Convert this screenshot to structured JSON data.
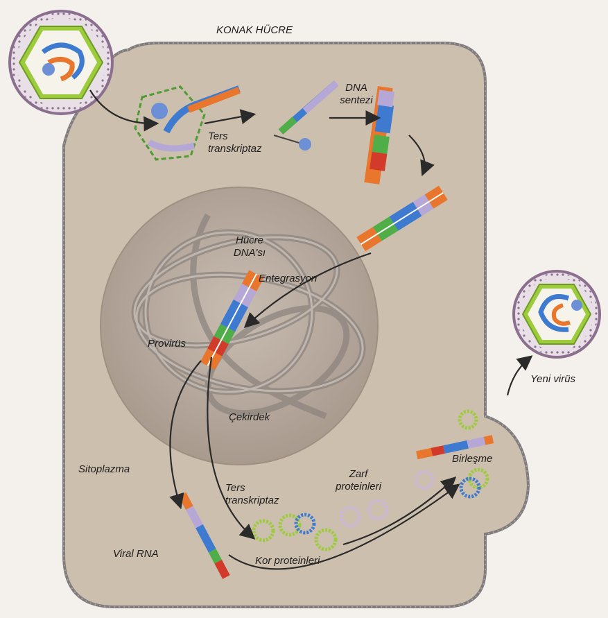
{
  "labels": {
    "host_cell": "KONAK HÜCRE",
    "reverse_transcriptase_1": "Ters\ntranskriptaz",
    "dna_synthesis": "DNA\nsentezi",
    "cell_dna": "Hücre\nDNA'sı",
    "integration": "Entegrasyon",
    "provirus": "Provirüs",
    "nucleus": "Çekirdek",
    "cytoplasm": "Sitoplazma",
    "reverse_transcriptase_2": "Ters\ntranskriptaz",
    "envelope_proteins": "Zarf\nproteinleri",
    "assembly": "Birleşme",
    "new_virus": "Yeni virüs",
    "viral_rna": "Viral RNA",
    "core_proteins": "Kor proteinleri"
  },
  "colors": {
    "cell_fill": "#cdbfae",
    "cell_border": "#7d7d7d",
    "nucleus_fill": "#b6a79b",
    "dna_orange": "#e8762c",
    "dna_blue": "#3e7bd0",
    "dna_green": "#4fae47",
    "dna_red": "#d23a2a",
    "dna_lavender": "#b5a7d6",
    "capsid_green": "#9ccb3b",
    "arrow": "#2a2a2a"
  }
}
